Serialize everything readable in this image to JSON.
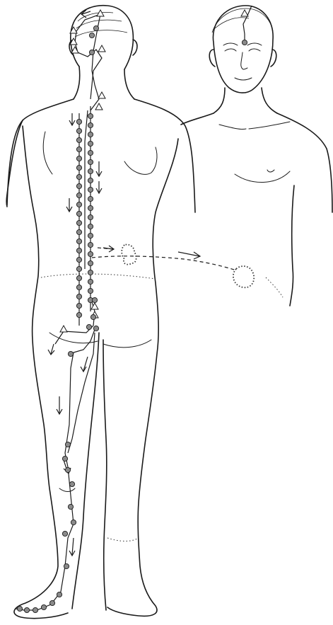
{
  "figure": {
    "views": [
      "back-view",
      "front-view"
    ],
    "colors": {
      "line": "#1a1a1a",
      "point_fill": "#8a8a8a",
      "marker_fill": "#ffffff",
      "background": "#ffffff"
    },
    "legend": {
      "point": "circle-point",
      "marker": "triangle-marker",
      "arrow": "flow-arrow"
    }
  }
}
